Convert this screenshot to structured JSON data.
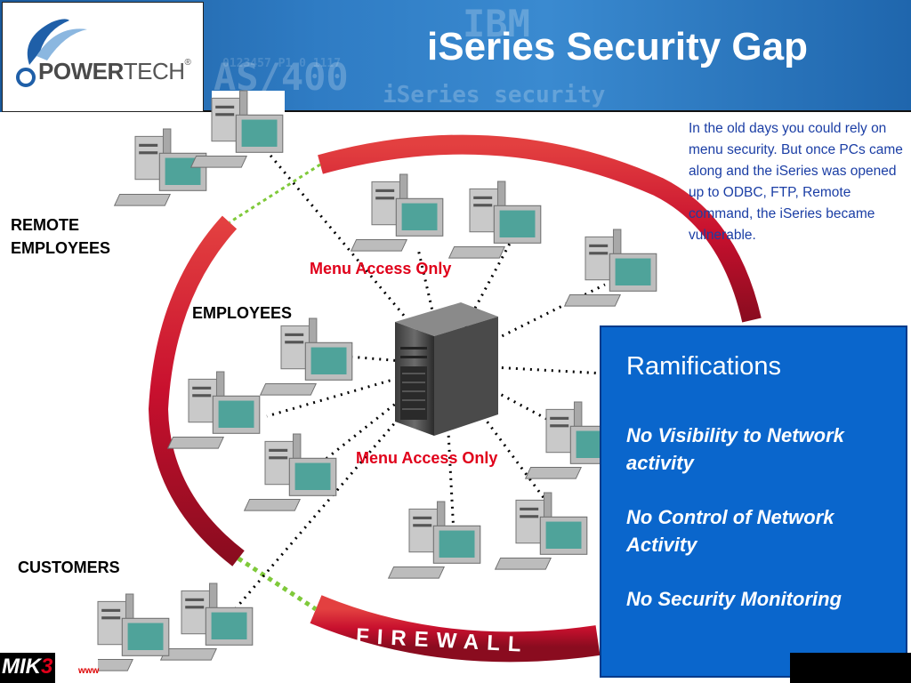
{
  "header": {
    "title": "iSeries Security Gap",
    "background_text": [
      "IBM",
      "AS/400",
      "iSeries security",
      "0123457 P1 0 1117"
    ],
    "logo": {
      "name": "POWERTECH",
      "bold_part": "POWER",
      "light_part": "TECH",
      "registered": "®"
    }
  },
  "side_note": "In the old days you could rely on menu security.  But once PCs came along and the iSeries was opened up to ODBC, FTP, Remote command, the iSeries became vulnerable.",
  "labels": {
    "remote_employees_line1": "REMOTE",
    "remote_employees_line2": "EMPLOYEES",
    "employees": "EMPLOYEES",
    "customers": "CUSTOMERS",
    "menu_access_top": "Menu Access Only",
    "menu_access_bottom": "Menu Access Only",
    "firewall": "FIREWALL"
  },
  "ramifications": {
    "title": "Ramifications",
    "items": [
      "No Visibility to Network activity",
      "No Control of Network Activity",
      "No Security Monitoring"
    ]
  },
  "footer": {
    "brand": "MIK",
    "brand_suffix": "3",
    "url_fragment": "www"
  },
  "colors": {
    "header_blue": "#2f7cc4",
    "ring_red": "#c8102e",
    "ram_blue": "#0a66cc",
    "menu_red": "#e0001a",
    "side_text_blue": "#1b3ea5",
    "firewall_gap_green": "#7fc93a"
  },
  "icons": {
    "pc": "desktop-computer-icon",
    "server": "server-tower-icon",
    "logo_swoosh": "swoosh-icon"
  }
}
